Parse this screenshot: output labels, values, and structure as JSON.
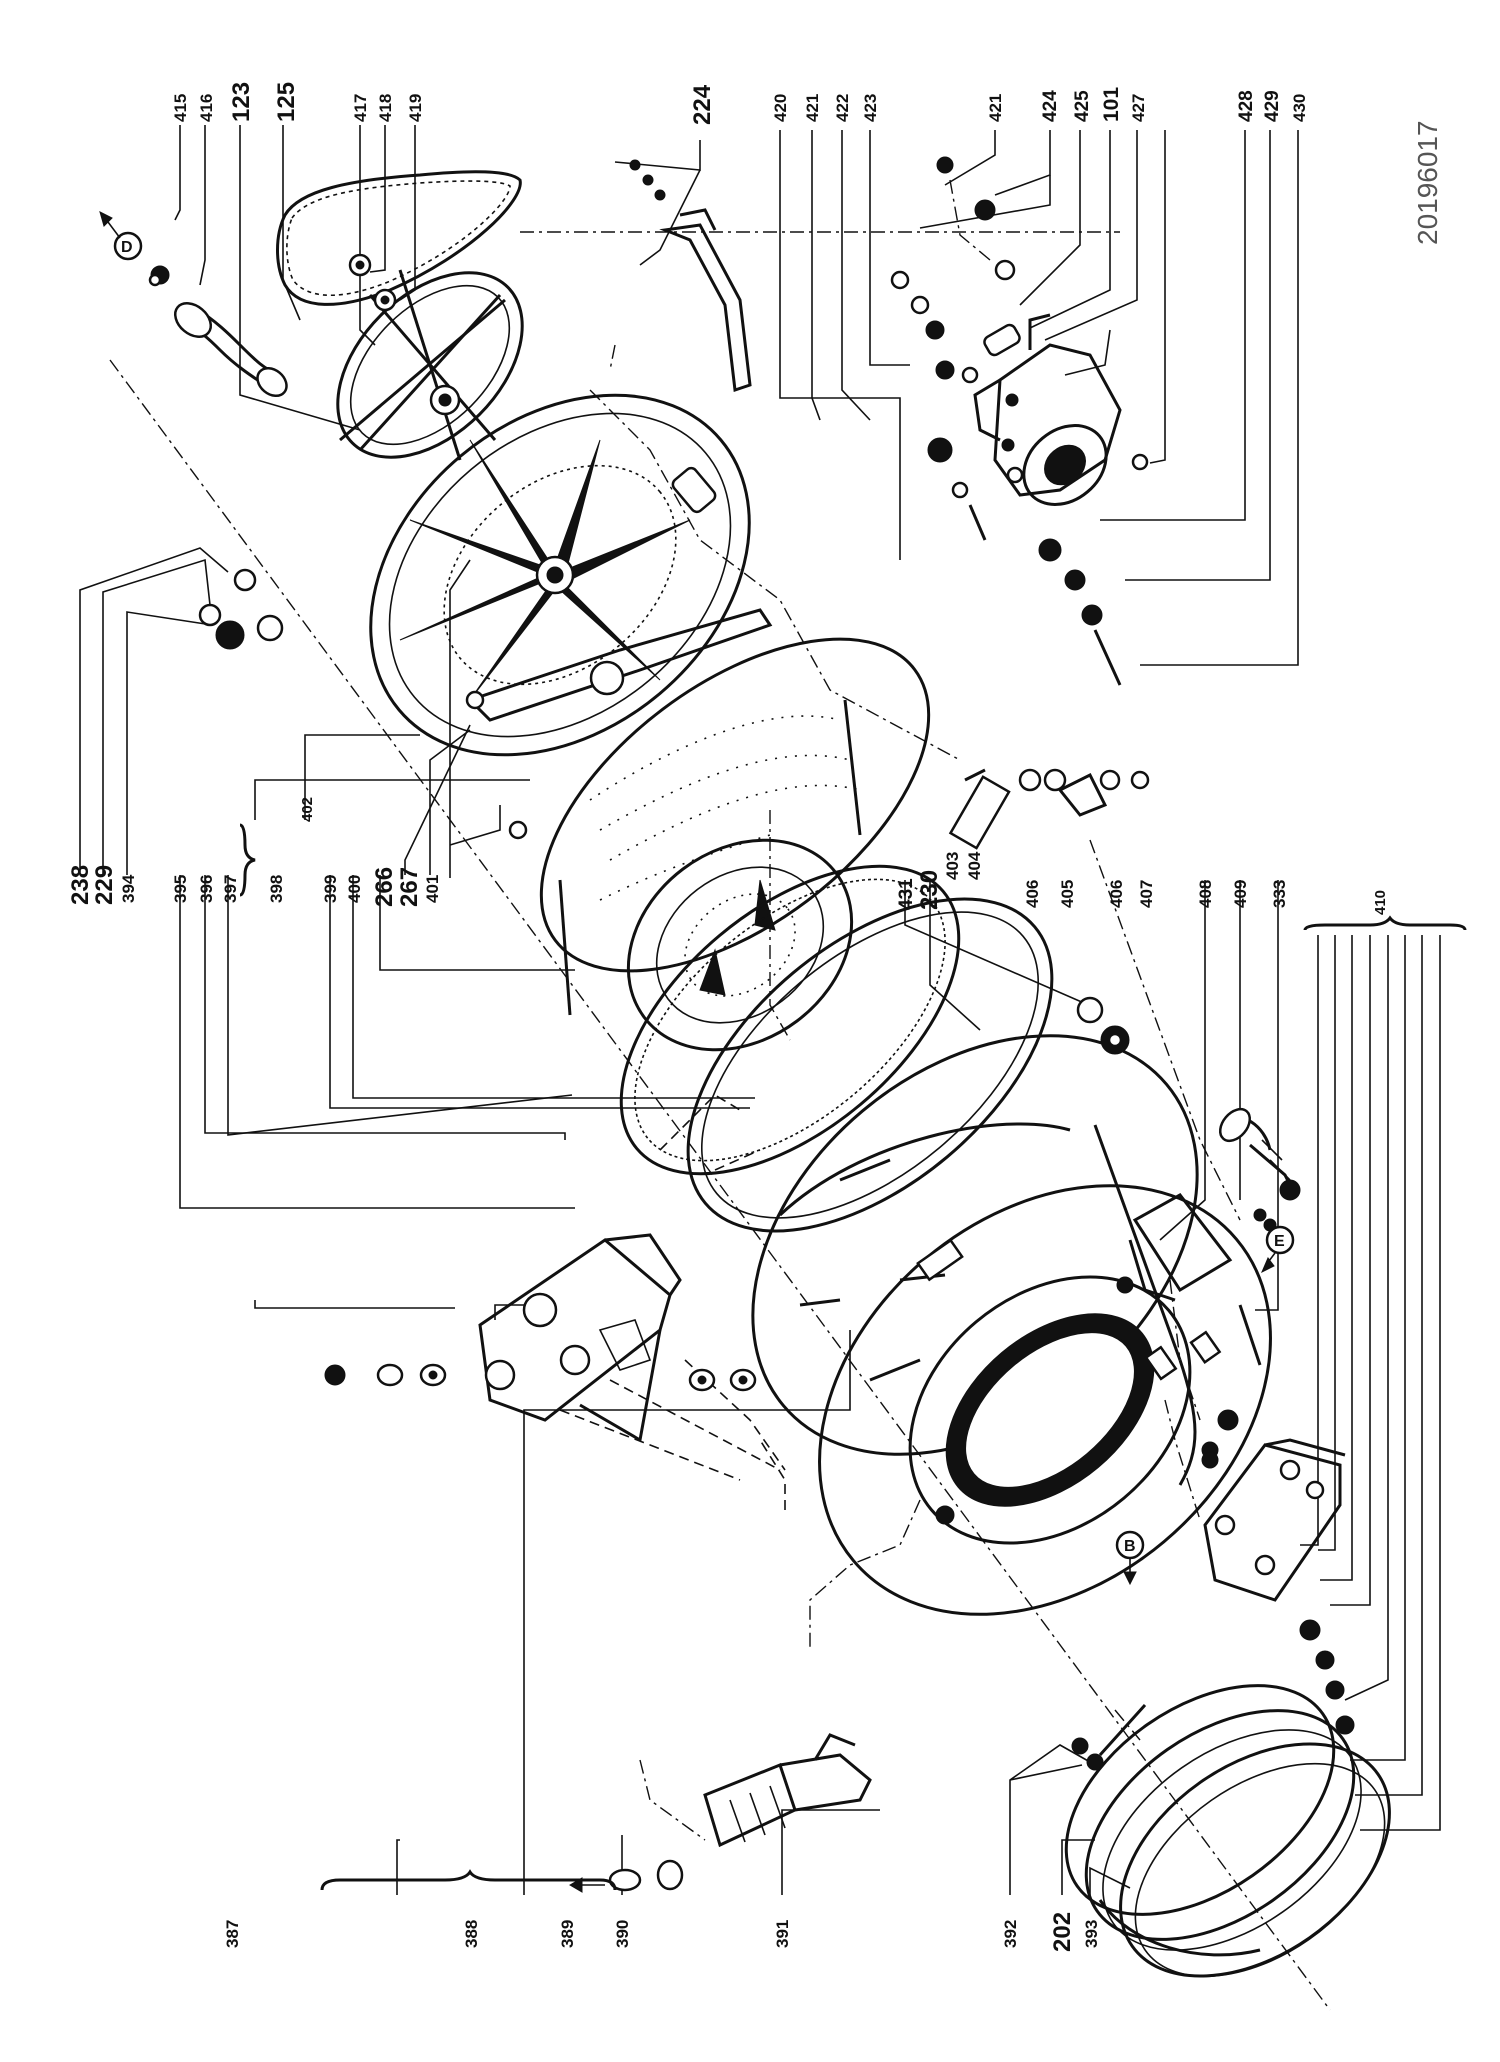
{
  "drawing_code": "20196017",
  "callouts": {
    "b": "B",
    "d": "D",
    "e": "E"
  },
  "labels": {
    "l415": "415",
    "l416": "416",
    "l123": "123",
    "l125": "125",
    "l417": "417",
    "l418": "418",
    "l419": "419",
    "l224": "224",
    "l420": "420",
    "l421a": "421",
    "l422": "422",
    "l423": "423",
    "l421b": "421",
    "l424": "424",
    "l425": "425",
    "l101": "101",
    "l427": "427",
    "l428": "428",
    "l429": "429",
    "l430": "430",
    "l238": "238",
    "l229": "229",
    "l394": "394",
    "l395": "395",
    "l396": "396",
    "l397": "397",
    "l398": "398",
    "l402": "402",
    "l399": "399",
    "l400": "400",
    "l266": "266",
    "l267": "267",
    "l401": "401",
    "l431": "431",
    "l230": "230",
    "l403": "403",
    "l404": "404",
    "l406a": "406",
    "l405": "405",
    "l406b": "406",
    "l407": "407",
    "l408": "408",
    "l409": "409",
    "l333": "333",
    "l410": "410",
    "l387": "387",
    "l388": "388",
    "l389": "389",
    "l390": "390",
    "l391": "391",
    "l392": "392",
    "l202": "202",
    "l393": "393"
  }
}
